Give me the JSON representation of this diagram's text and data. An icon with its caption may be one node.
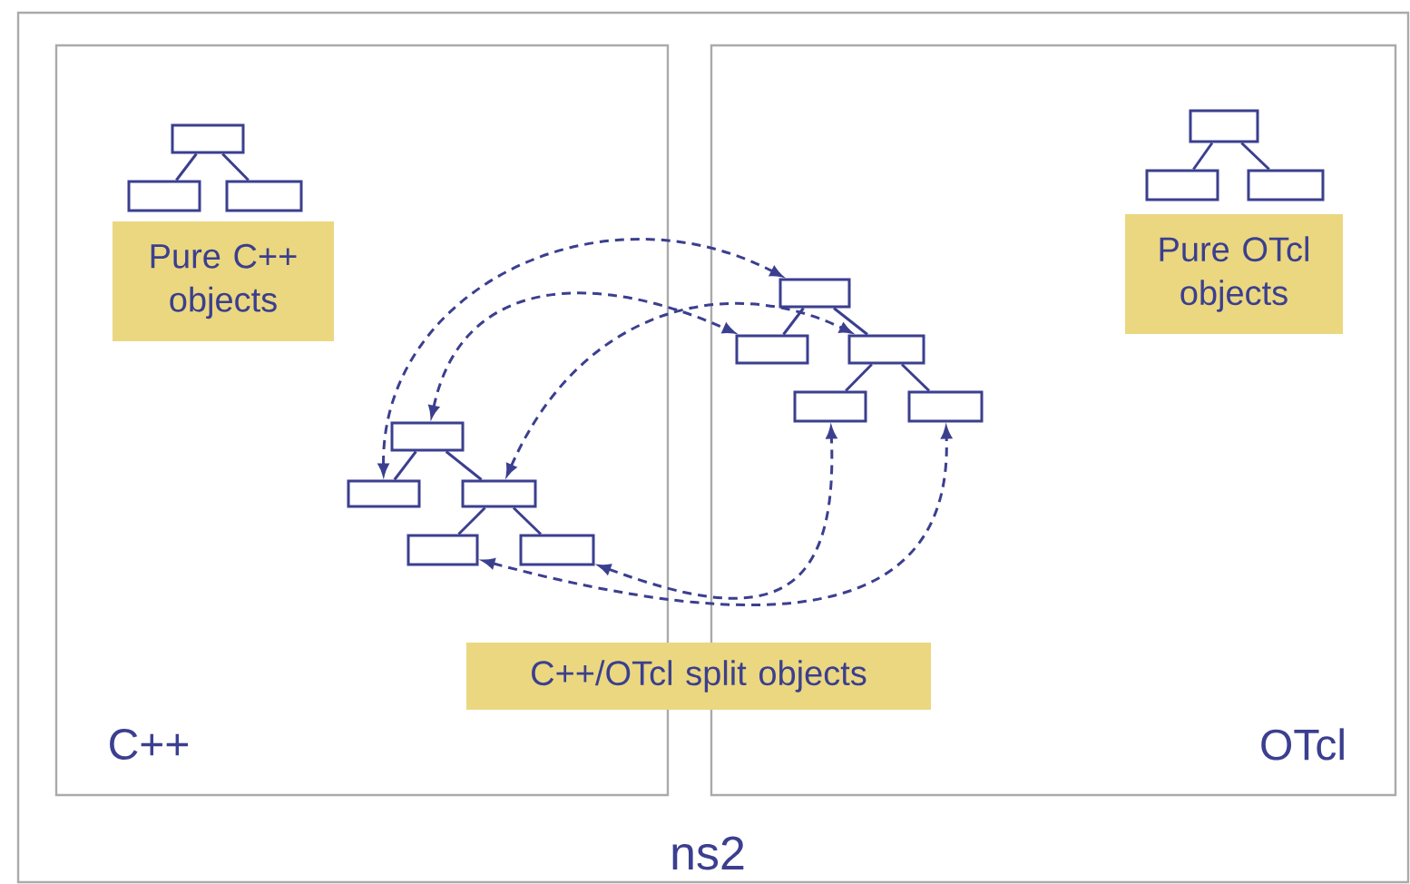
{
  "diagram": {
    "nodes": [
      {
        "text": [
          "ns2"
        ]
      },
      {
        "text": [
          "C++"
        ],
        "in": 0
      },
      {
        "text": [],
        "shape": "box",
        "in": 1
      },
      {
        "text": [],
        "shape": "box",
        "in": 1
      },
      {
        "text": [],
        "shape": "box",
        "in": 1
      },
      {
        "text": [
          "Pure C++ objects"
        ],
        "in": 1
      },
      {
        "text": [],
        "shape": "box",
        "in": 1
      },
      {
        "text": [],
        "shape": "box",
        "in": 1
      },
      {
        "text": [],
        "shape": "box",
        "in": 1
      },
      {
        "text": [],
        "shape": "box",
        "in": 1
      },
      {
        "text": [],
        "shape": "box",
        "in": 1
      },
      {
        "text": [
          "OTcl"
        ],
        "in": 0
      },
      {
        "text": [],
        "shape": "box",
        "in": 11
      },
      {
        "text": [],
        "shape": "box",
        "in": 11
      },
      {
        "text": [],
        "shape": "box",
        "in": 11
      },
      {
        "text": [
          "Pure OTcl objects"
        ],
        "in": 11
      },
      {
        "text": [],
        "shape": "box",
        "in": 11
      },
      {
        "text": [],
        "shape": "box",
        "in": 11
      },
      {
        "text": [],
        "shape": "box",
        "in": 11
      },
      {
        "text": [],
        "shape": "box",
        "in": 11
      },
      {
        "text": [],
        "shape": "box",
        "in": 11
      },
      {
        "text": [
          "C++/OTcl split objects"
        ],
        "in": 0
      }
    ],
    "edges": [
      {
        "from": 2,
        "to": 3,
        "arrow": "none"
      },
      {
        "from": 2,
        "to": 4,
        "arrow": "none"
      },
      {
        "from": 6,
        "to": 7,
        "arrow": "none"
      },
      {
        "from": 6,
        "to": 8,
        "arrow": "none"
      },
      {
        "from": 8,
        "to": 9,
        "arrow": "none"
      },
      {
        "from": 8,
        "to": 10,
        "arrow": "none"
      },
      {
        "from": 12,
        "to": 13,
        "arrow": "none"
      },
      {
        "from": 12,
        "to": 14,
        "arrow": "none"
      },
      {
        "from": 16,
        "to": 17,
        "arrow": "none"
      },
      {
        "from": 16,
        "to": 18,
        "arrow": "none"
      },
      {
        "from": 18,
        "to": 19,
        "arrow": "none"
      },
      {
        "from": 18,
        "to": 20,
        "arrow": "none"
      },
      {
        "from": 7,
        "to": 16,
        "arrow": "both",
        "style": "dashed"
      },
      {
        "from": 6,
        "to": 17,
        "arrow": "both",
        "style": "dashed"
      },
      {
        "from": 8,
        "to": 18,
        "arrow": "both",
        "style": "dashed"
      },
      {
        "from": 9,
        "to": 20,
        "arrow": "both",
        "style": "dashed"
      },
      {
        "from": 10,
        "to": 19,
        "arrow": "both",
        "style": "dashed"
      }
    ]
  }
}
